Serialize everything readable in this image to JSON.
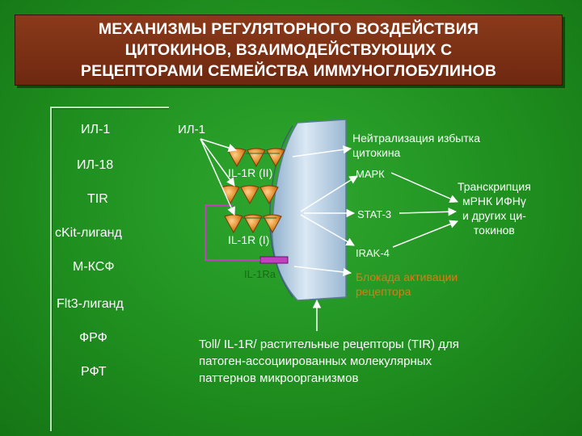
{
  "title": {
    "line1": "МЕХАНИЗМЫ РЕГУЛЯТОРНОГО ВОЗДЕЙСТВИЯ",
    "line2": "ЦИТОКИНОВ, ВЗАИМОДЕЙСТВУЮЩИХ С",
    "line3": "РЕЦЕПТОРАМИ СЕМЕЙСТВА ИММУНОГЛОБУЛИНОВ"
  },
  "left_list": [
    "ИЛ-1",
    "ИЛ-18",
    "TIR",
    "cKit-лиганд",
    "М-КСФ",
    "Flt3-лиганд",
    "ФРФ",
    "РФТ"
  ],
  "diagram": {
    "ligand_label": "ИЛ-1",
    "receptor_top_label": "IL-1R (II)",
    "receptor_bottom_label": "IL-1R (I)",
    "antagonist_label": "IL-1Ra",
    "neutralization": {
      "line1": "Нейтрализация избытка",
      "line2": "цитокина"
    },
    "pathways": [
      "МАРК",
      "STAT-3",
      "IRAK-4"
    ],
    "transcription": {
      "line1": "Транскрипция",
      "line2": "мРНК   ИФНγ",
      "line3": "и других ци-",
      "line4": "токинов"
    },
    "blockade": {
      "line1": "Блокада активации",
      "line2": "рецептора"
    },
    "bottom_note": {
      "line1": "Toll/ IL-1R/ растительные рецепторы  (TIR)  для",
      "line2": "патоген-ассоциированных молекулярных",
      "line3": "паттернов микроорганизмов"
    }
  },
  "colors": {
    "background": "#1f8f1f",
    "title_box": "#7a3015",
    "membrane": "#a7c3dc",
    "receptor": "#e08a2a",
    "connector": "#c040c0",
    "orange_text": "#e07818"
  }
}
